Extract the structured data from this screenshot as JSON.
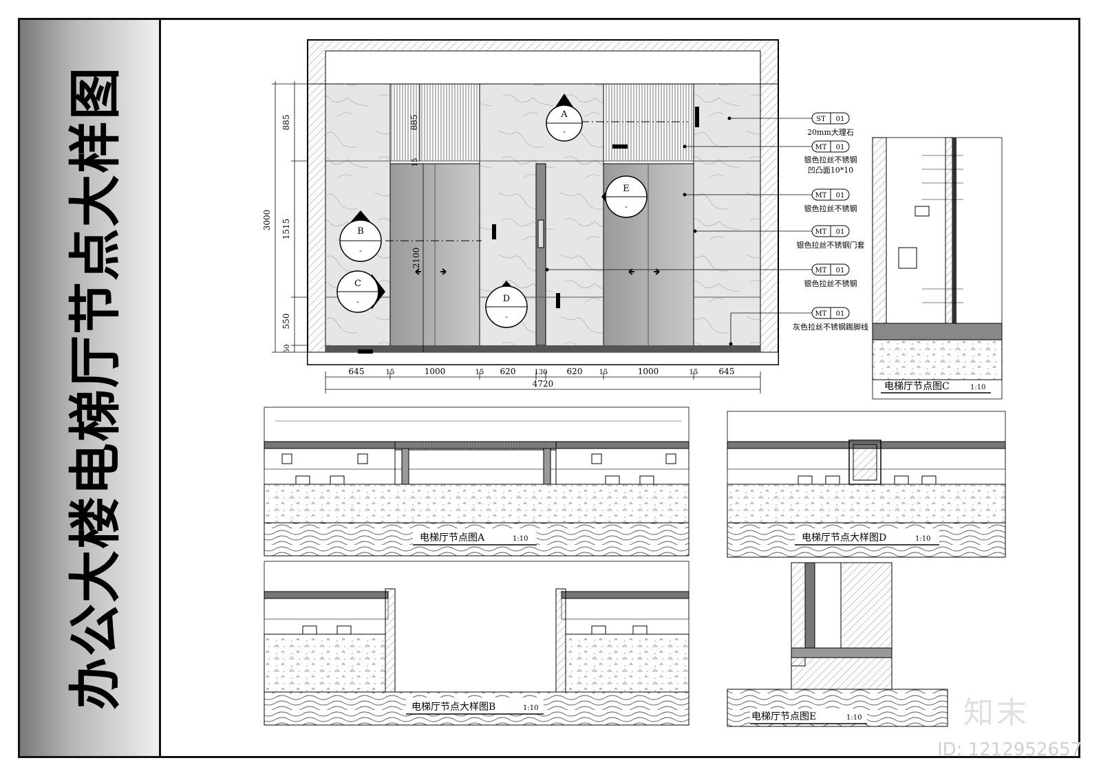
{
  "sheet": {
    "title": "办公大楼电梯厅节点大样图"
  },
  "elevation": {
    "height_dims": {
      "total": "3000",
      "upper": "885",
      "middle": "1515",
      "lower": "550",
      "base": "50"
    },
    "door_dims": {
      "door_height": "2100",
      "transom": "885",
      "joint": "15"
    },
    "width_dims": [
      "645",
      "15",
      "1000",
      "15",
      "620",
      "130",
      "620",
      "15",
      "1000",
      "15",
      "645"
    ],
    "total_width": "4720",
    "section_markers": [
      "A",
      "B",
      "C",
      "D",
      "E"
    ],
    "marker_sub": "-",
    "callouts": [
      {
        "code": "ST",
        "num": "01",
        "text": "20mm大理石"
      },
      {
        "code": "MT",
        "num": "01",
        "text": "银色拉丝不锈钢",
        "text2": "凹凸面10*10"
      },
      {
        "code": "MT",
        "num": "01",
        "text": "银色拉丝不锈钢"
      },
      {
        "code": "MT",
        "num": "01",
        "text": "银色拉丝不锈钢门套"
      },
      {
        "code": "MT",
        "num": "01",
        "text": "银色拉丝不锈钢"
      },
      {
        "code": "MT",
        "num": "01",
        "text": "灰色拉丝不锈钢踢脚线"
      }
    ]
  },
  "details": {
    "A": {
      "title": "电梯厅节点图A",
      "scale": "1:10"
    },
    "B": {
      "title": "电梯厅节点大样图B",
      "scale": "1:10"
    },
    "C": {
      "title": "电梯厅节点图C",
      "scale": "1:10"
    },
    "D": {
      "title": "电梯厅节点大样图D",
      "scale": "1:10"
    },
    "E": {
      "title": "电梯厅节点图E",
      "scale": "1:10"
    }
  },
  "watermark": {
    "brand": "知末",
    "id": "ID: 1212952657"
  }
}
